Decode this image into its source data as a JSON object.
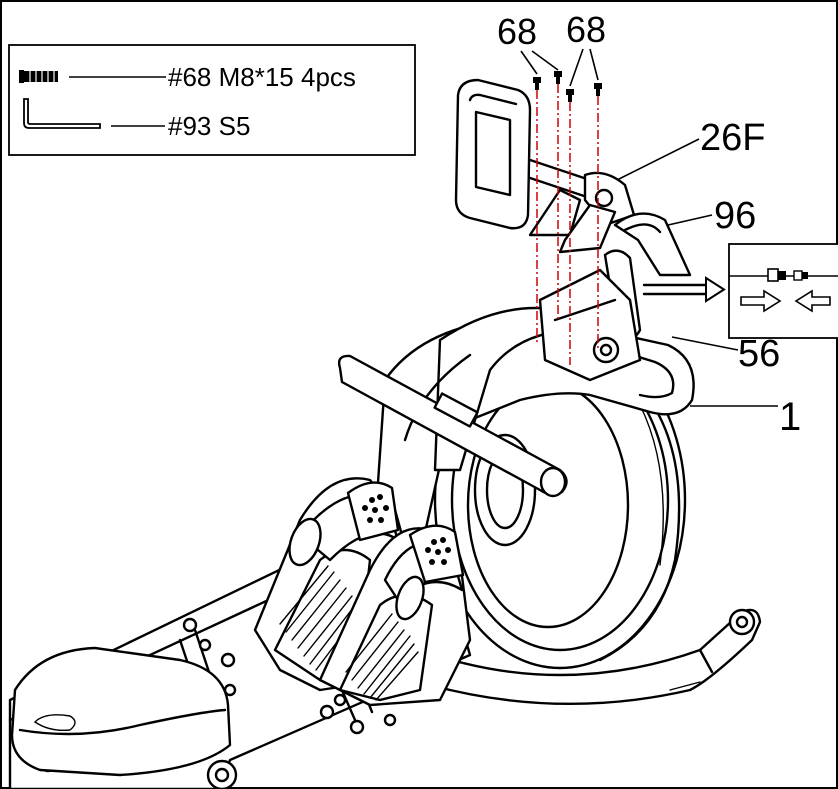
{
  "legend": {
    "items": [
      {
        "icon": "bolt-icon",
        "text": "#68 M8*15  4pcs"
      },
      {
        "icon": "hex-key-icon",
        "text": "#93 S5"
      }
    ]
  },
  "callouts": {
    "part_68_left": "68",
    "part_68_right": "68",
    "part_26F": "26F",
    "part_96": "96",
    "part_56": "56",
    "part_1": "1"
  },
  "colors": {
    "line": "#000000",
    "assembly_axis": "#d00000",
    "background": "#ffffff"
  }
}
